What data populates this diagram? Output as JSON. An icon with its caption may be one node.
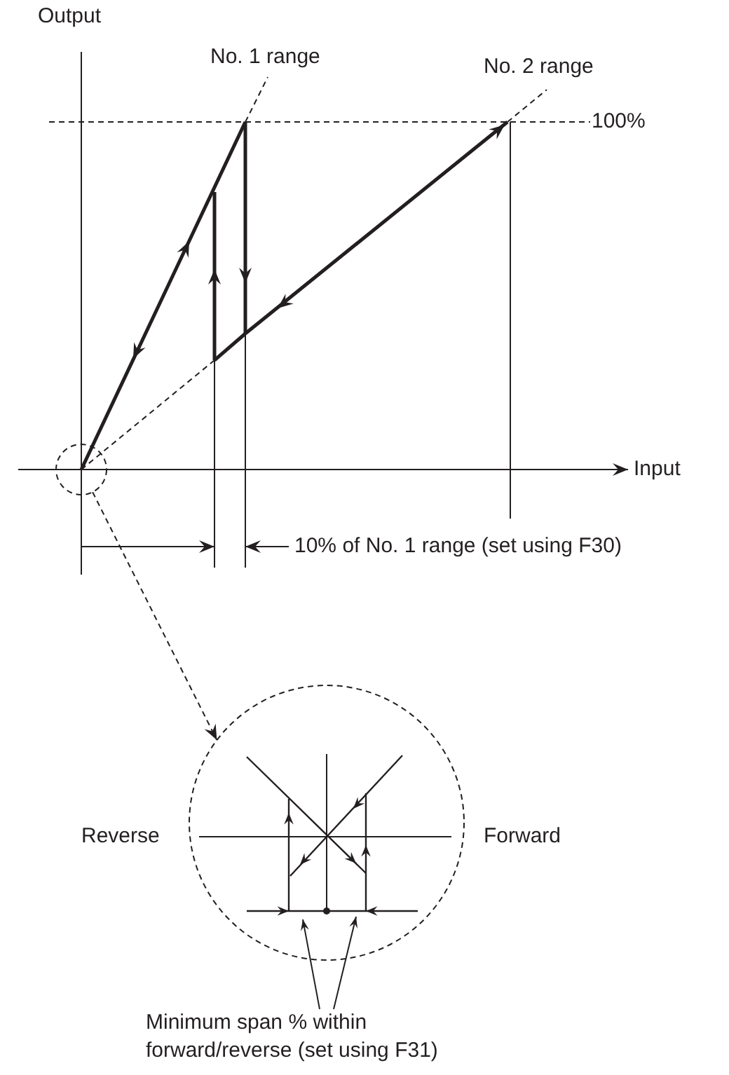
{
  "diagram": {
    "nodes": [
      {
        "text": [],
        "shape": "circle"
      },
      {
        "text": [],
        "shape": "circle"
      },
      {
        "text": [
          "Minimum span % within forward/reverse (set using F31)"
        ]
      }
    ],
    "edges": [
      {
        "from": 0,
        "to": 1,
        "arrow": "to",
        "style": "dashed"
      },
      {
        "from": 2,
        "to": 1,
        "arrow": "to"
      },
      {
        "from": 2,
        "to": 1,
        "arrow": "to"
      }
    ],
    "labels": [
      "Output",
      "No. 1 range",
      "No. 2 range",
      "100%",
      "Input",
      "10% of No. 1 range (set using F30)",
      "Reverse",
      "Forward"
    ]
  }
}
